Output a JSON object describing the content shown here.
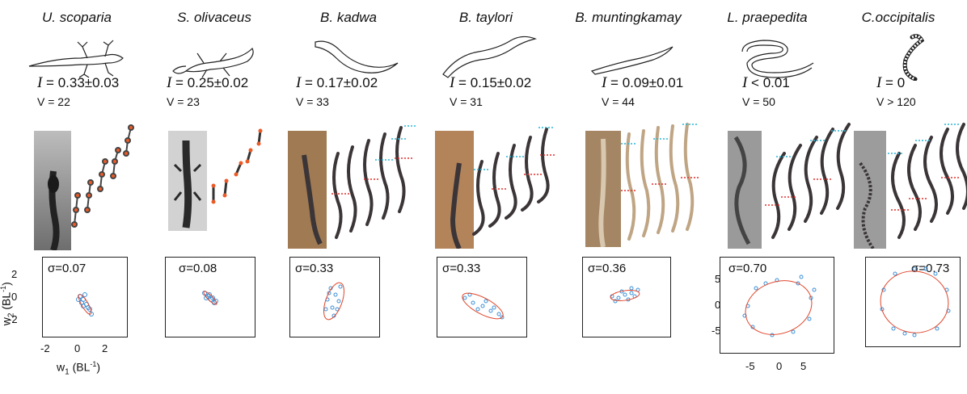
{
  "panels": [
    {
      "species": "U. scoparia",
      "i_label": "I",
      "i_value": " = 0.33±0.03",
      "v_label": "V = 22",
      "sigma": "σ=0.07"
    },
    {
      "species": "S. olivaceus",
      "i_label": "I",
      "i_value": " = 0.25±0.02",
      "v_label": "V =  23",
      "sigma": "σ=0.08"
    },
    {
      "species": "B. kadwa",
      "i_label": "I",
      "i_value": " = 0.17±0.02",
      "v_label": "V = 33",
      "sigma": "σ=0.33"
    },
    {
      "species": "B. taylori",
      "i_label": "I",
      "i_value": " = 0.15±0.02",
      "v_label": "V = 31",
      "sigma": "σ=0.33"
    },
    {
      "species": "B. muntingkamay",
      "i_label": "I",
      "i_value": " = 0.09±0.01",
      "v_label": "V = 44",
      "sigma": "σ=0.36"
    },
    {
      "species": "L. praepedita",
      "i_label": "I",
      "i_value": " < 0.01",
      "v_label": "V = 50",
      "sigma": "σ=0.70"
    },
    {
      "species": "C.occipitalis",
      "i_label": "I",
      "i_value": " = 0",
      "v_label": "V > 120",
      "sigma": "σ=0.73"
    }
  ],
  "left_axis": {
    "y_ticks": [
      "2",
      "0",
      "-2"
    ],
    "x_ticks": [
      "-2",
      "0",
      "2"
    ],
    "ylabel": "w",
    "ylabel_sub": "2",
    "ylabel_unit": " (BL",
    "ylabel_sup": "-1",
    "ylabel_close": ")",
    "xlabel": "w",
    "xlabel_sub": "1",
    "xlabel_unit": " (BL",
    "xlabel_sup": "-1",
    "xlabel_close": ")"
  },
  "right_axis": {
    "y_ticks": [
      "5",
      "0",
      "-5"
    ],
    "x_ticks": [
      "-5",
      "0",
      "5"
    ]
  },
  "colors": {
    "scatter": "#3a8fd6",
    "ellipse": "#e0452a",
    "dots_orange": "#ec5a26",
    "cyan_marks": "#29b6d8",
    "red_marks": "#e0302a",
    "snake_body": "#3b3538"
  }
}
